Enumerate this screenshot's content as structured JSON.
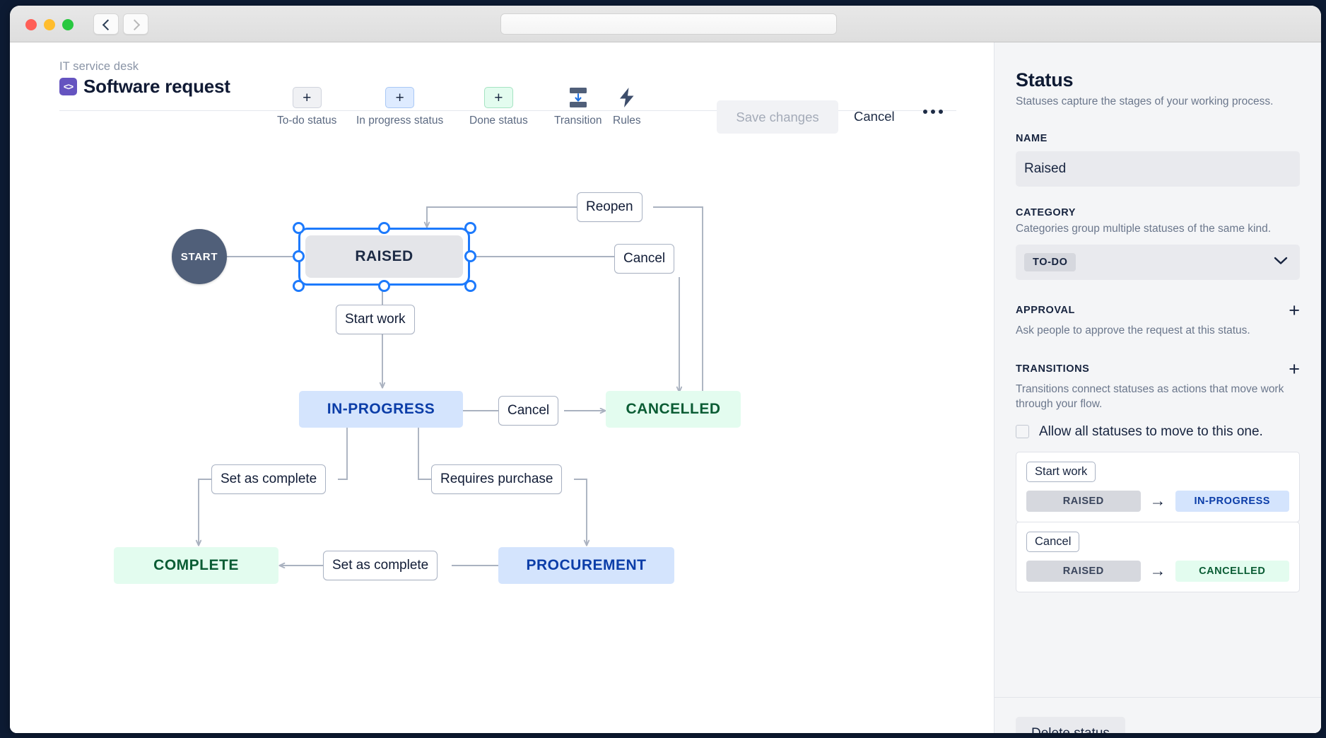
{
  "browser": {
    "url_value": "",
    "url_placeholder": "",
    "back_label": "Back",
    "forward_label": "Forward"
  },
  "header": {
    "breadcrumb": "IT service desk",
    "avatar_glyph": "<>",
    "title": "Software request",
    "tools": [
      {
        "key": "todo",
        "label": "To-do status",
        "glyph": "+"
      },
      {
        "key": "prog",
        "label": "In progress status",
        "glyph": "+"
      },
      {
        "key": "done",
        "label": "Done status",
        "glyph": "+"
      },
      {
        "key": "trans",
        "label": "Transition"
      },
      {
        "key": "rules",
        "label": "Rules"
      }
    ],
    "save_label": "Save changes",
    "cancel_label": "Cancel"
  },
  "flow": {
    "start_label": "START",
    "nodes": [
      {
        "id": "raised",
        "label": "RAISED",
        "category": "to-do",
        "selected": true
      },
      {
        "id": "in-progress",
        "label": "IN-PROGRESS",
        "category": "in-progress",
        "selected": false
      },
      {
        "id": "cancelled",
        "label": "CANCELLED",
        "category": "done",
        "selected": false
      },
      {
        "id": "complete",
        "label": "COMPLETE",
        "category": "done",
        "selected": false
      },
      {
        "id": "procurement",
        "label": "PROCUREMENT",
        "category": "in-progress",
        "selected": false
      }
    ],
    "edges": [
      {
        "label": "Reopen",
        "from": "cancelled",
        "to": "raised"
      },
      {
        "label": "Cancel",
        "from": "raised",
        "to": "cancelled"
      },
      {
        "label": "Start work",
        "from": "raised",
        "to": "in-progress"
      },
      {
        "label": "Cancel",
        "from": "in-progress",
        "to": "cancelled"
      },
      {
        "label": "Set as complete",
        "from": "in-progress",
        "to": "complete"
      },
      {
        "label": "Requires purchase",
        "from": "in-progress",
        "to": "procurement"
      },
      {
        "label": "Set as complete",
        "from": "procurement",
        "to": "complete"
      }
    ]
  },
  "panel": {
    "title": "Status",
    "subtitle": "Statuses capture the stages of your working process.",
    "name_label": "NAME",
    "name_value": "Raised",
    "category_label": "CATEGORY",
    "category_desc": "Categories group multiple statuses of the same kind.",
    "category_value": "TO-DO",
    "approval_label": "APPROVAL",
    "approval_desc": "Ask people to approve the request at this status.",
    "approval_add": "+",
    "transitions_label": "TRANSITIONS",
    "transitions_desc": "Transitions connect statuses as actions that move work through your flow.",
    "transitions_add": "+",
    "allow_all_label": "Allow all statuses to move to this one.",
    "allow_all_checked": false,
    "transitions": [
      {
        "name": "Start work",
        "from": "RAISED",
        "from_cat": "to-do",
        "to": "IN-PROGRESS",
        "to_cat": "in-progress",
        "arrow": "→"
      },
      {
        "name": "Cancel",
        "from": "RAISED",
        "from_cat": "to-do",
        "to": "CANCELLED",
        "to_cat": "done",
        "arrow": "→"
      }
    ],
    "delete_label": "Delete status"
  },
  "colors": {
    "accent_blue": "#1d7afc",
    "todo_bg": "#e4e5e9",
    "progress_bg": "#d4e4fd",
    "progress_text": "#0b3da8",
    "done_bg": "#e3fcef",
    "done_text": "#0a5c34",
    "start_node": "#505f79",
    "project_avatar": "#6554c0",
    "panel_bg": "#f4f5f7"
  }
}
